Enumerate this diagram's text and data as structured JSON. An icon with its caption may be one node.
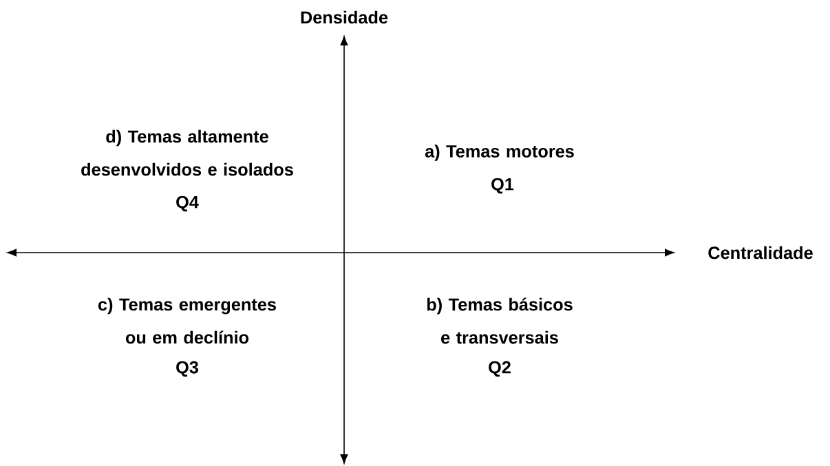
{
  "diagram": {
    "labels": [
      "Densidade",
      "d) Temas altamente desenvolvidos e isolados",
      "Q4",
      "a) Temas motores",
      "Q1",
      "Centralidade",
      "c) Temas emergentes ou em declínio",
      "Q3",
      "b) Temas básicos e transversais",
      "Q2"
    ]
  }
}
